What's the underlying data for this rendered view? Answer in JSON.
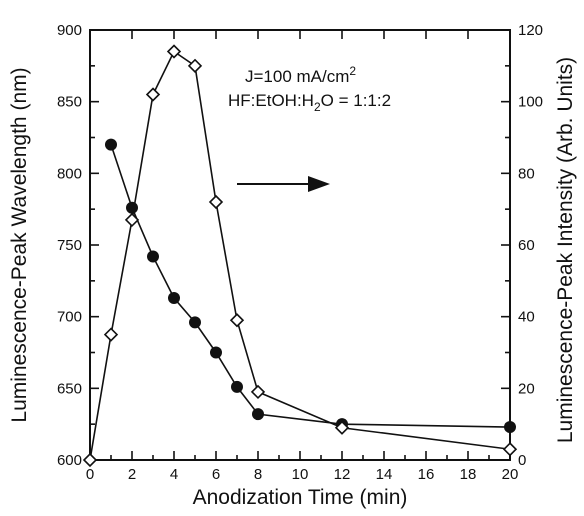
{
  "chart_data": {
    "type": "line",
    "xlabel": "Anodization Time (min)",
    "ylabel_left": "Luminescence-Peak Wavelength (nm)",
    "ylabel_right": "Luminescence-Peak Intensity (Arb. Units)",
    "xlim": [
      0,
      20
    ],
    "ylim_left": [
      600,
      900
    ],
    "ylim_right": [
      0,
      120
    ],
    "x_ticks": [
      0,
      2,
      4,
      6,
      8,
      10,
      12,
      14,
      16,
      18,
      20
    ],
    "y_left_ticks": [
      600,
      650,
      700,
      750,
      800,
      850,
      900
    ],
    "y_right_ticks": [
      0,
      20,
      40,
      60,
      80,
      100,
      120
    ],
    "grid": false,
    "annotation_line1": "J=100 mA/cm",
    "annotation_line1_sup": "2",
    "annotation_line2_a": "HF:EtOH:H",
    "annotation_line2_sub": "2",
    "annotation_line2_b": "O = 1:1:2",
    "arrow_direction": "right",
    "series": [
      {
        "axis": "left",
        "marker": "filled-circle",
        "x": [
          1,
          2,
          3,
          4,
          5,
          6,
          7,
          8,
          12,
          20
        ],
        "y": [
          820,
          776,
          742,
          713,
          696,
          675,
          651,
          632,
          625,
          623
        ]
      },
      {
        "axis": "right",
        "marker": "open-diamond",
        "x": [
          0,
          1,
          2,
          3,
          4,
          5,
          6,
          7,
          8,
          12,
          20
        ],
        "y": [
          0,
          35,
          67,
          102,
          114,
          110,
          72,
          39,
          19,
          9,
          3
        ]
      }
    ]
  }
}
